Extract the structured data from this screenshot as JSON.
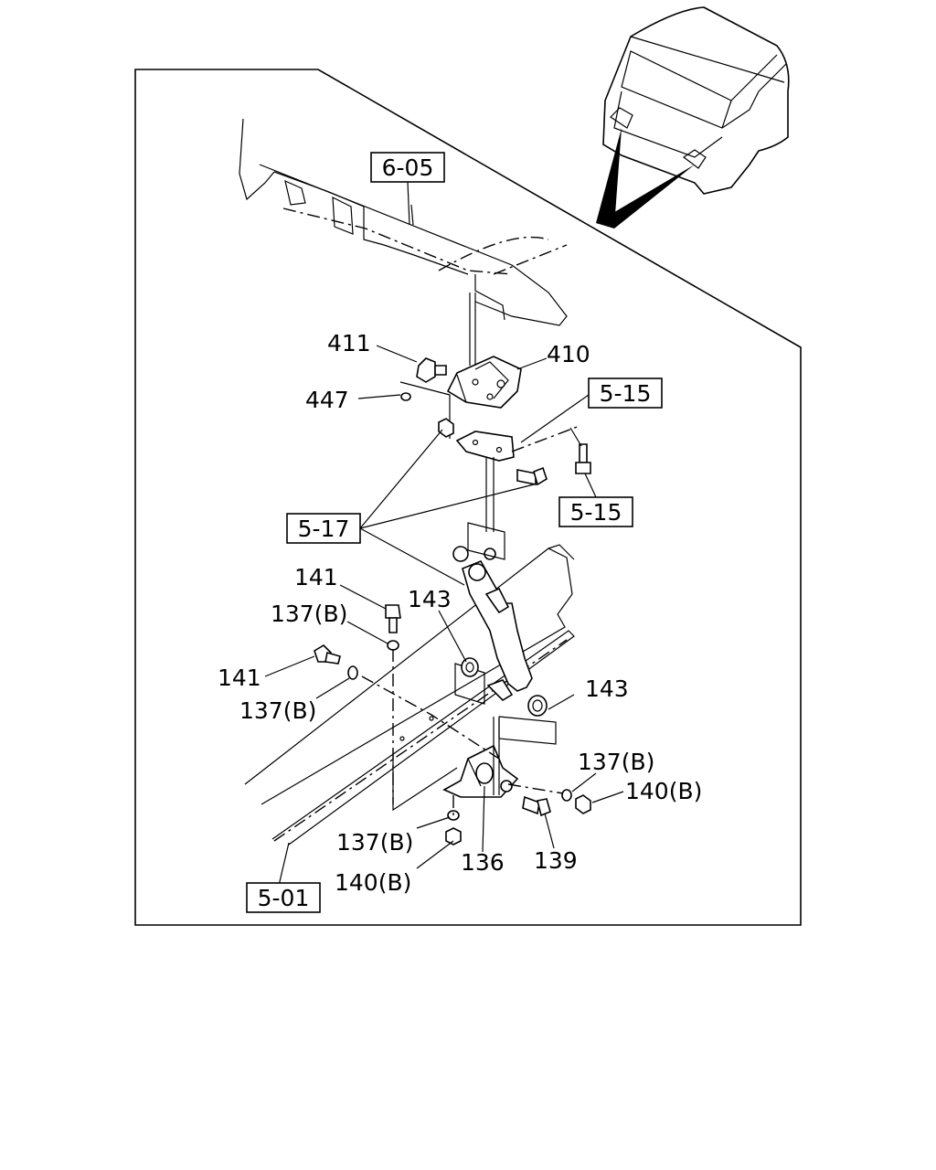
{
  "references": {
    "ref_6_05": "6-05",
    "ref_5_15_top": "5-15",
    "ref_5_15_bottom": "5-15",
    "ref_5_17": "5-17",
    "ref_5_01": "5-01"
  },
  "callouts": {
    "c411": "411",
    "c410": "410",
    "c447": "447",
    "c141_top": "141",
    "c137b_1": "137(B)",
    "c143_left": "143",
    "c141_mid": "141",
    "c137b_2": "137(B)",
    "c143_right": "143",
    "c137b_3": "137(B)",
    "c140b_1": "140(B)",
    "c137b_4": "137(B)",
    "c140b_2": "140(B)",
    "c136": "136",
    "c139": "139"
  }
}
